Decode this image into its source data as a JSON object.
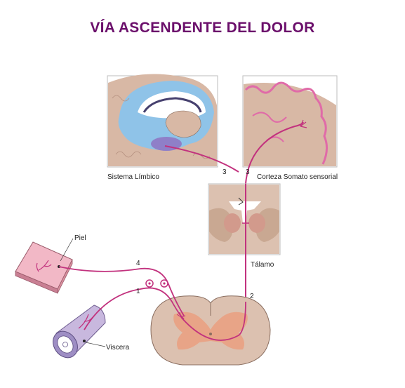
{
  "title": "VÍA ASCENDENTE DEL DOLOR",
  "labels": {
    "limbic": "Sistema Límbico",
    "cortex": "Corteza Somato sensorial",
    "thalamus": "Tálamo",
    "skin": "Piel",
    "viscera": "Viscera"
  },
  "numbers": {
    "n3_left": "3",
    "n3_right": "3",
    "n2": "2",
    "n4": "4",
    "n1": "1"
  },
  "colors": {
    "title": "#6b0f6b",
    "pathway": "#c2327e",
    "brain_tan": "#d7b7a3",
    "limbic_blue": "#8fc3e8"
  }
}
